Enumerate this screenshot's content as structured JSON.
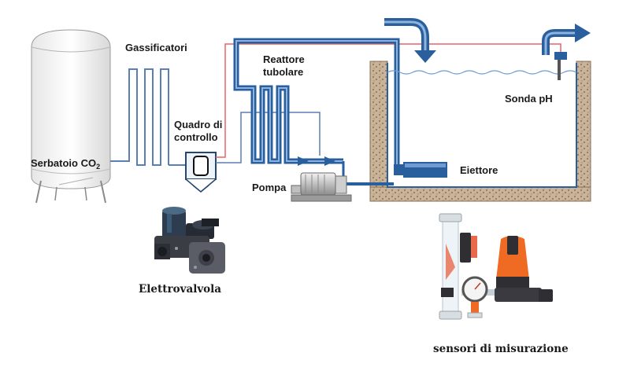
{
  "labels": {
    "tank": "Serbatoio CO",
    "tank_sub": "2",
    "gasifiers": "Gassificatori",
    "control_panel": "Quadro di\ncontrollo",
    "reactor": "Reattore\ntubolare",
    "pump": "Pompa",
    "ejector": "Eiettore",
    "ph_probe": "Sonda pH",
    "solenoid_valve": "Elettrovalvola",
    "sensors": "sensori di misurazione"
  },
  "colors": {
    "pipe_blue": "#2a5f9e",
    "line_light_blue": "#5b7fb5",
    "line_red": "#e8636a",
    "wall_brown": "#a9907a",
    "valve_orange": "#ef6a22",
    "valve_dark": "#2e2e33"
  },
  "icons": [
    "co2-tank-icon",
    "pump-icon",
    "solenoid-valve-icon",
    "sensor-assembly-icon",
    "ph-probe-icon",
    "flow-arrow-icon"
  ]
}
